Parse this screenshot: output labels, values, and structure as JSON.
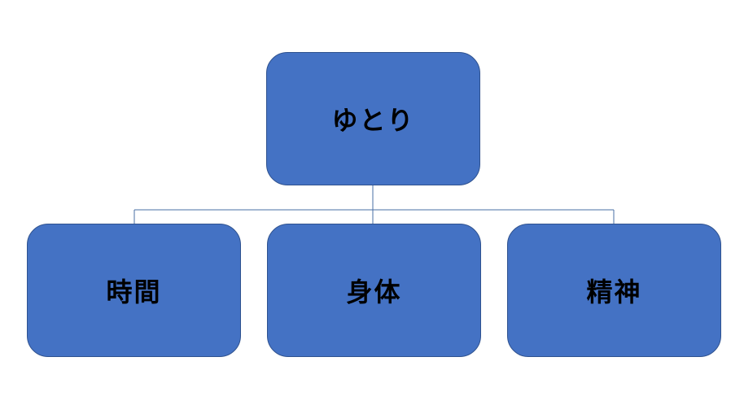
{
  "diagram": {
    "root": {
      "label": "ゆとり"
    },
    "children": [
      {
        "label": "時間"
      },
      {
        "label": "身体"
      },
      {
        "label": "精神"
      }
    ]
  },
  "colors": {
    "node_fill": "#4472c4",
    "node_border": "#2f528f",
    "connector": "#4a6fa5",
    "text": "#000000"
  }
}
